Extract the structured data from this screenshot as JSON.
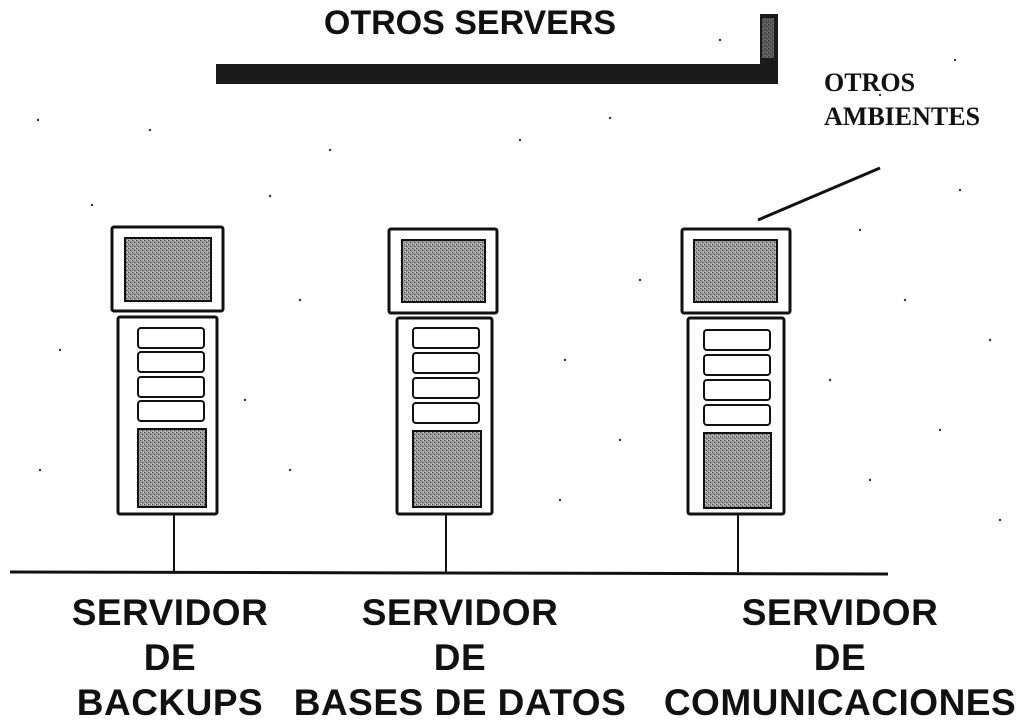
{
  "title": "OTROS SERVERS",
  "other_environments": {
    "line1": "OTROS",
    "line2": "AMBIENTES"
  },
  "servers": [
    {
      "line1": "SERVIDOR",
      "line2": "DE",
      "line3": "BACKUPS"
    },
    {
      "line1": "SERVIDOR",
      "line2": "DE",
      "line3": "BASES DE DATOS"
    },
    {
      "line1": "SERVIDOR",
      "line2": "DE",
      "line3": "COMUNICACIONES"
    }
  ],
  "colors": {
    "ink": "#111111",
    "screen_fill": "#8a8a8a",
    "bus": "#1a1a1a"
  }
}
